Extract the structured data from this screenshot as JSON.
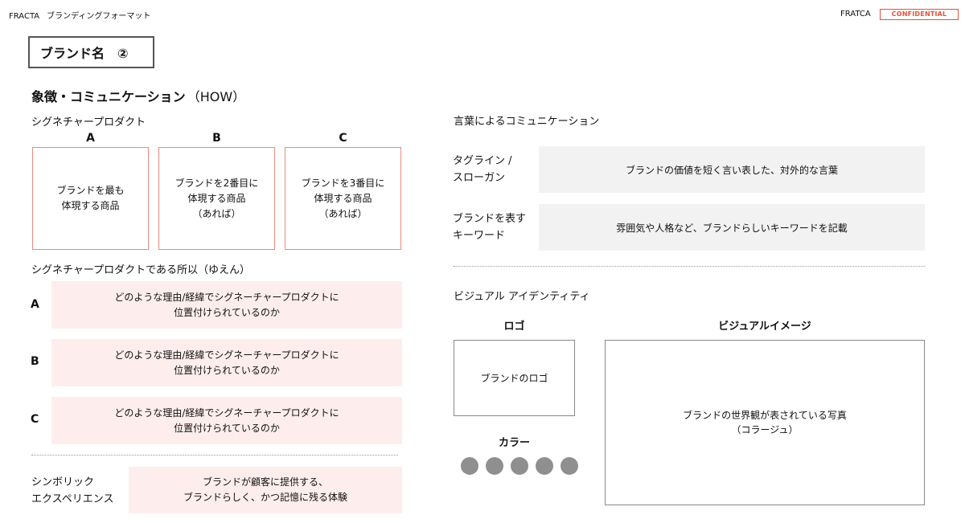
{
  "header": {
    "company": "FRACTA",
    "doc_title": "ブランディングフォーマット",
    "right_label": "FRATCA",
    "confidential": "CONFIDENTIAL"
  },
  "brand_name": "ブランド名　②",
  "section_title": {
    "main": "象徴・コミュニケーション",
    "sub": "（HOW）"
  },
  "signature": {
    "title": "シグネチャープロダクト",
    "products": [
      {
        "letter": "A",
        "text": "ブランドを最も\n体現する商品"
      },
      {
        "letter": "B",
        "text": "ブランドを2番目に\n体現する商品\n（あれば）"
      },
      {
        "letter": "C",
        "text": "ブランドを3番目に\n体現する商品\n（あれば）"
      }
    ]
  },
  "reasons": {
    "title": "シグネチャープロダクトである所以（ゆえん）",
    "items": [
      {
        "letter": "A",
        "text": "どのような理由/経緯でシグネーチャープロダクトに\n位置付けられているのか"
      },
      {
        "letter": "B",
        "text": "どのような理由/経緯でシグネーチャープロダクトに\n位置付けられているのか"
      },
      {
        "letter": "C",
        "text": "どのような理由/経緯でシグネーチャープロダクトに\n位置付けられているのか"
      }
    ]
  },
  "symbolic": {
    "label": "シンボリック\nエクスペリエンス",
    "text": "ブランドが顧客に提供する、\nブランドらしく、かつ記憶に残る体験"
  },
  "verbal": {
    "title": "言葉によるコミュニケーション",
    "rows": [
      {
        "label": "タグライン /\nスローガン",
        "text": "ブランドの価値を短く言い表した、対外的な言葉"
      },
      {
        "label": "ブランドを表す\nキーワード",
        "text": "雰囲気や人格など、ブランドらしいキーワードを記載"
      }
    ]
  },
  "visual": {
    "title": "ビジュアル アイデンティティ",
    "logo_head": "ロゴ",
    "logo_text": "ブランドのロゴ",
    "image_head": "ビジュアルイメージ",
    "image_text": "ブランドの世界観が表されている写真\n（コラージュ）",
    "color_head": "カラー",
    "colors": [
      "#8f8f8f",
      "#8f8f8f",
      "#8f8f8f",
      "#8f8f8f",
      "#8f8f8f"
    ]
  }
}
